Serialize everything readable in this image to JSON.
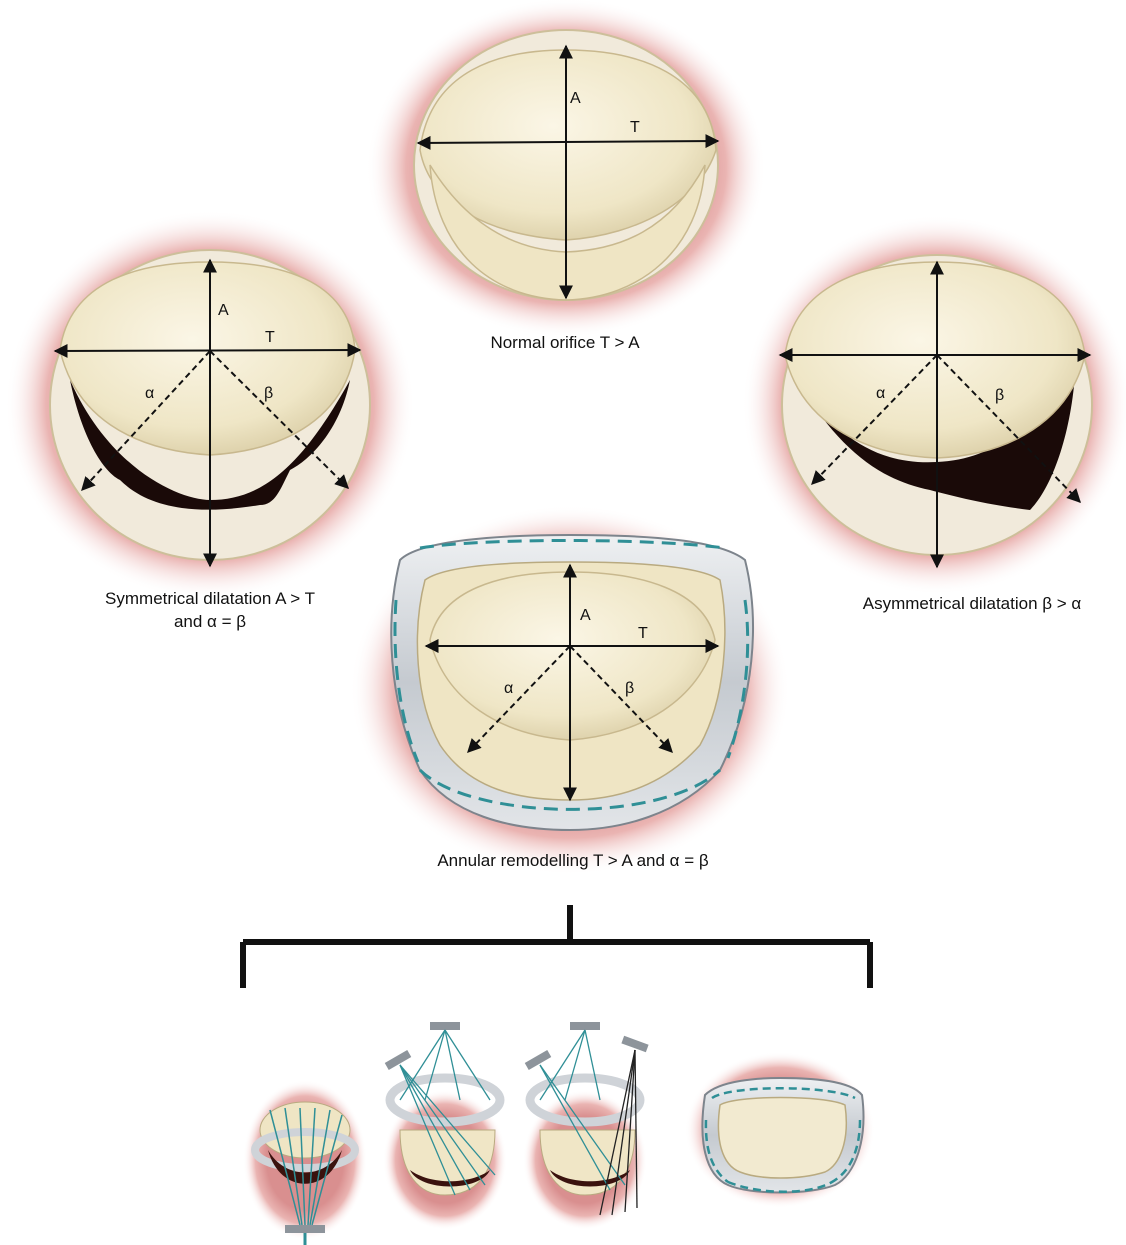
{
  "panels": {
    "normal": {
      "caption": "Normal orifice T > A",
      "labels": {
        "a": "A",
        "t": "T"
      }
    },
    "symmetrical": {
      "caption_line1": "Symmetrical dilatation A > T",
      "caption_line2": "and α = β",
      "labels": {
        "a": "A",
        "t": "T",
        "alpha": "α",
        "beta": "β"
      }
    },
    "asymmetrical": {
      "caption": "Asymmetrical dilatation β > α",
      "labels": {
        "alpha": "α",
        "beta": "β"
      }
    },
    "remodelling": {
      "caption": "Annular remodelling T > A and α = β",
      "labels": {
        "a": "A",
        "t": "T",
        "alpha": "α",
        "beta": "β"
      }
    }
  },
  "colors": {
    "tissue": "#e8a7a7",
    "leaflet": "#f3ecd2",
    "orifice": "#1a0a08",
    "ring": "#cfd3d8",
    "suture": "#2f8f96",
    "line": "#111111"
  }
}
